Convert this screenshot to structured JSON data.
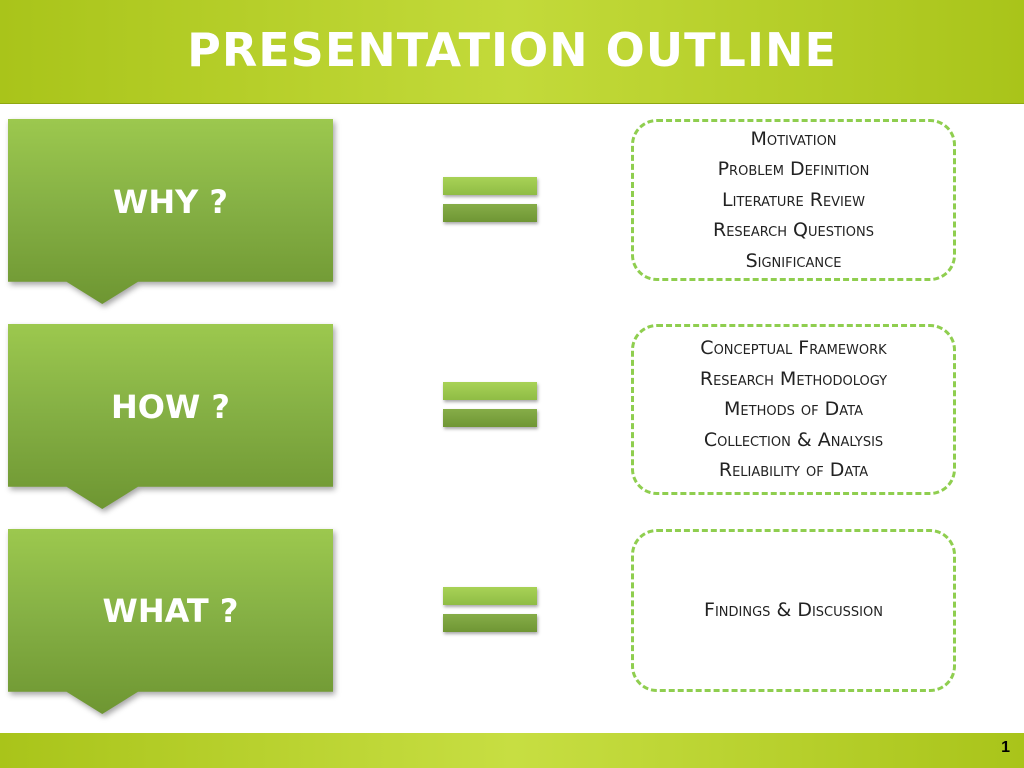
{
  "title": "PRESENTATION OUTLINE",
  "page_number": "1",
  "rows": [
    {
      "question": "WHY ?",
      "items": [
        "Motivation",
        "Problem Definition",
        "Literature Review",
        "Research Questions",
        "Significance"
      ]
    },
    {
      "question": "HOW ?",
      "items": [
        "Conceptual Framework",
        "Research Methodology",
        "Methods of Data",
        "Collection & Analysis",
        "Reliability of Data"
      ]
    },
    {
      "question": "WHAT ?",
      "items": [
        "Findings & Discussion"
      ]
    }
  ],
  "colors": {
    "header_bar": "#b4cc24",
    "block_green": "#86b145",
    "dashed_border": "#8fce4f"
  }
}
